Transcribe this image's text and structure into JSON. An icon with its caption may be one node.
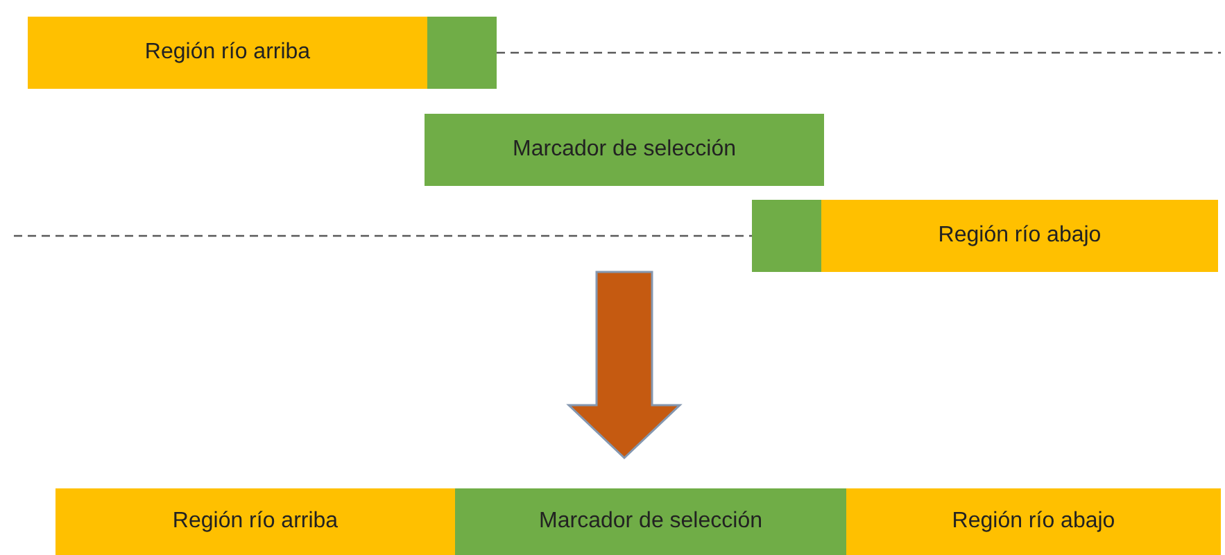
{
  "diagram": {
    "nodes": [
      {
        "text": [
          "Región río arriba"
        ]
      },
      {
        "text": [],
        "shape": "box"
      },
      {
        "text": [
          "Marcador de selección"
        ]
      },
      {
        "text": [],
        "shape": "box"
      },
      {
        "text": [
          "Región río abajo"
        ]
      },
      {
        "text": [
          "Región río arriba"
        ]
      },
      {
        "text": [
          "Marcador de selección"
        ]
      },
      {
        "text": [
          "Región río abajo"
        ]
      }
    ],
    "edges": [
      {
        "from": 1,
        "to": null,
        "arrow": "none",
        "style": "dashed"
      },
      {
        "from": null,
        "to": 3,
        "arrow": "none",
        "style": "dashed"
      },
      {
        "from": 2,
        "to": 6,
        "arrow": "to",
        "style": "thick",
        "color": "#c55a11"
      }
    ]
  }
}
